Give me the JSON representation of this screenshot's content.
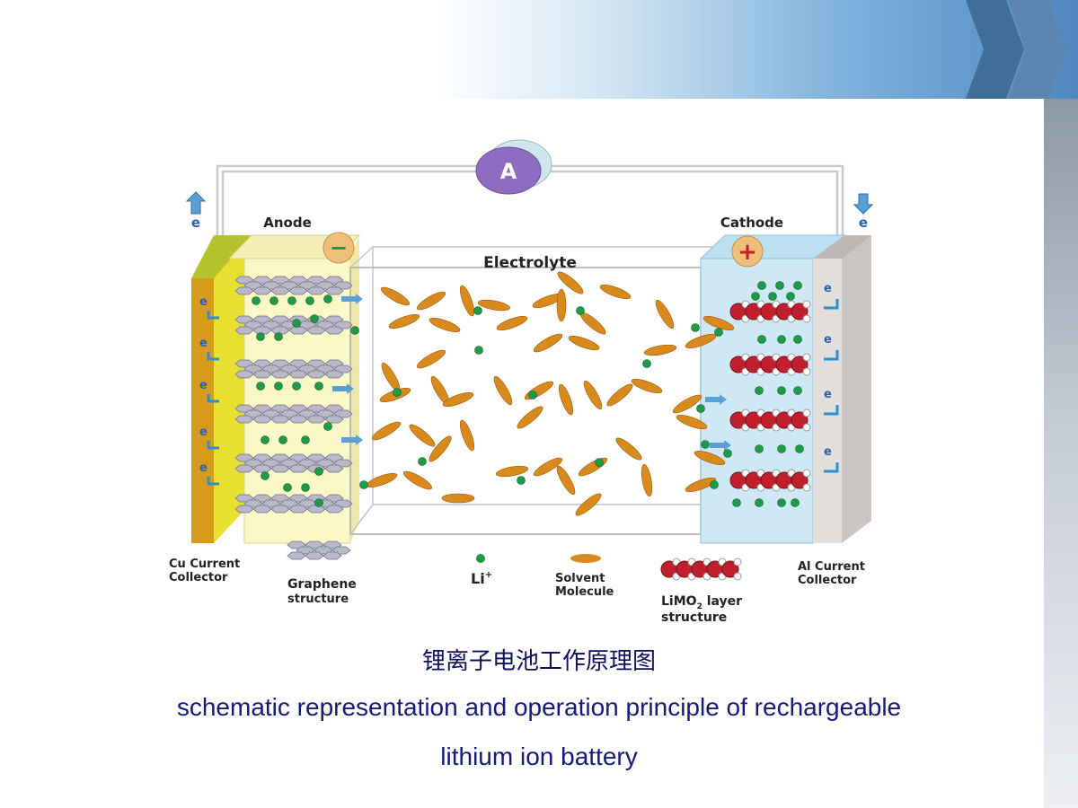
{
  "diagram": {
    "ammeter_symbol": "A",
    "electron_symbol": "e",
    "anode_label": "Anode",
    "cathode_label": "Cathode",
    "electrolyte_label": "Electrolyte",
    "minus_sign": "−",
    "plus_sign": "+",
    "legend": {
      "cu_collector_line1": "Cu Current",
      "cu_collector_line2": "Collector",
      "graphene_line1": "Graphene",
      "graphene_line2": "structure",
      "li_ion": "Li",
      "li_ion_sup": "+",
      "solvent_line1": "Solvent",
      "solvent_line2": "Molecule",
      "limo2_line1": "LiMO",
      "limo2_sub": "2",
      "limo2_line1_rest": " layer",
      "limo2_line2": "structure",
      "al_collector_line1": "Al Current",
      "al_collector_line2": "Collector"
    },
    "colors": {
      "cu_collector": "#d89a1a",
      "anode_fill": "#fbf8c8",
      "cathode_fill": "#cfe8f6",
      "al_collector": "#d7d2cf",
      "li_ion": "#1f9a48",
      "solvent": "#d98a1c",
      "oxygen": "#c0202e",
      "ammeter": "#8e6cc0"
    }
  },
  "caption": {
    "title_cn": "锂离子电池工作原理图",
    "line1": "schematic representation and operation principle of rechargeable",
    "line2": "lithium ion battery"
  }
}
